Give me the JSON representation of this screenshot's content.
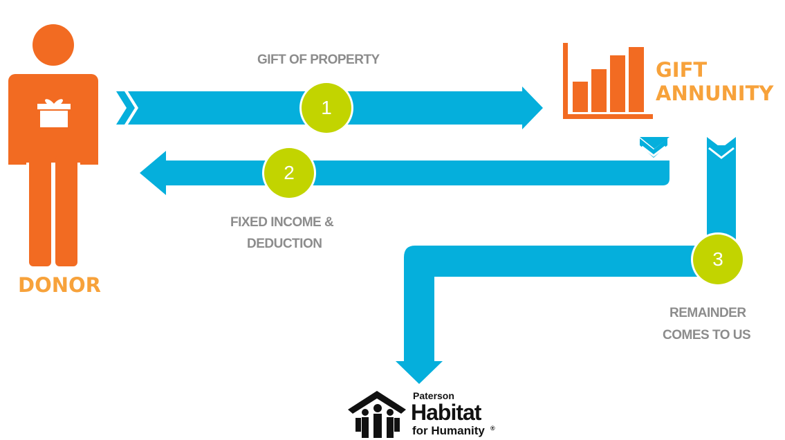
{
  "colors": {
    "arrow": "#05afdc",
    "accent_orange": "#f26b22",
    "label_orange": "#f7a23b",
    "step_circle": "#c2d400",
    "label_gray": "#8c8c8c"
  },
  "donor": {
    "label": "DONOR"
  },
  "annuity": {
    "label_line1": "GIFT",
    "label_line2": "ANNUNITY"
  },
  "steps": [
    {
      "number": "1",
      "label_lines": [
        "GIFT OF PROPERTY"
      ]
    },
    {
      "number": "2",
      "label_lines": [
        "FIXED INCOME &",
        "DEDUCTION"
      ]
    },
    {
      "number": "3",
      "label_lines": [
        "REMAINDER",
        "COMES TO US"
      ]
    }
  ],
  "logo": {
    "line1": "Paterson",
    "line2": "Habitat",
    "line3": "for Humanity",
    "mark": "®"
  }
}
